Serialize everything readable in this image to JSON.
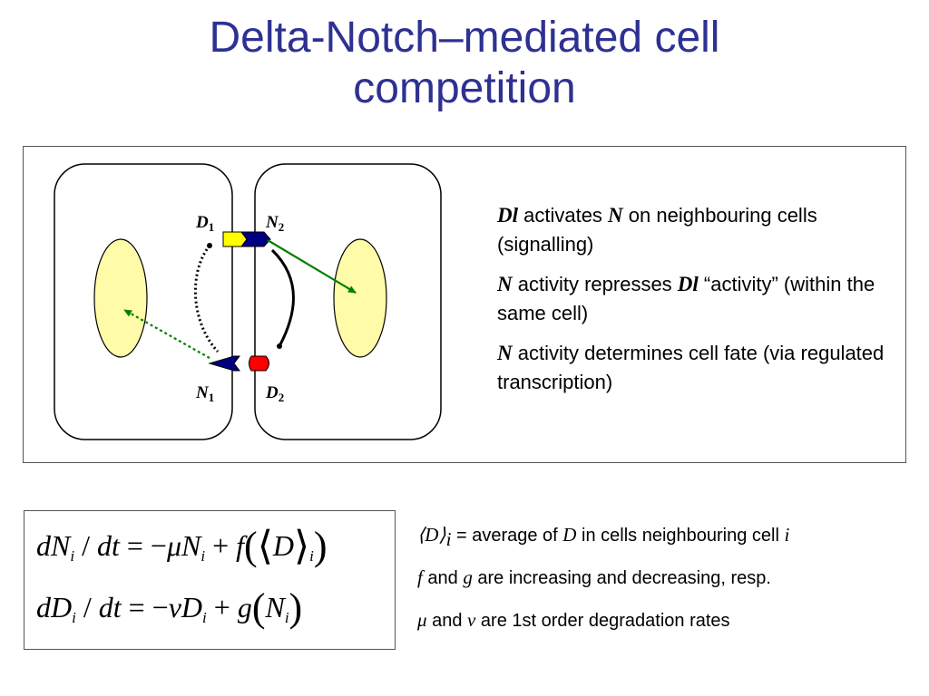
{
  "slide": {
    "title_line1": "Delta-Notch–mediated cell",
    "title_line2": "competition"
  },
  "diagram": {
    "labels": {
      "d1_main": "D",
      "d1_sub": "1",
      "n2_main": "N",
      "n2_sub": "2",
      "n1_main": "N",
      "n1_sub": "1",
      "d2_main": "D",
      "d2_sub": "2"
    },
    "colors": {
      "cell_outline": "#000000",
      "nucleus_fill": "#fffba8",
      "delta_yellow": "#ffff00",
      "delta_red": "#ff0000",
      "notch_blue": "#000080",
      "signal_arrow": "#008000"
    }
  },
  "description": {
    "p1_var1": "Dl",
    "p1_t1": " activates ",
    "p1_var2": "N",
    "p1_t2": " on neighbouring cells (signalling)",
    "p2_var1": "N",
    "p2_t1": " activity represses ",
    "p2_var2": "Dl",
    "p2_t2": " “activity” (within the same cell)",
    "p3_var1": "N",
    "p3_t1": " activity determines cell fate (via regulated transcription)"
  },
  "equations": {
    "eq1": {
      "lhs_d": "dN",
      "lhs_sub": "i",
      "slash": " / ",
      "dt": "dt",
      "eq": " = −",
      "mu": "μ",
      "n": "N",
      "n_sub": "i",
      "plus": " + ",
      "f": "f",
      "lparen": "(",
      "langle": "⟨",
      "D": "D",
      "rangle": "⟩",
      "angle_sub": "i",
      "rparen": ")"
    },
    "eq2": {
      "lhs_d": "dD",
      "lhs_sub": "i",
      "slash": " / ",
      "dt": "dt",
      "eq": " = −",
      "nu": "ν",
      "d": "D",
      "d_sub": "i",
      "plus": " + ",
      "g": "g",
      "lparen": "(",
      "N": "N",
      "n_sub": "i",
      "rparen": ")"
    }
  },
  "legend": {
    "l1_sym": "⟨D⟩",
    "l1_sub": "i",
    "l1_t1": " = average of ",
    "l1_d": "D",
    "l1_t2": " in cells neighbouring cell ",
    "l1_i": "i",
    "l2_f": "f",
    "l2_t1": " and ",
    "l2_g": "g",
    "l2_t2": " are increasing and decreasing, resp.",
    "l3_mu": "μ",
    "l3_t1": " and ",
    "l3_nu": "ν",
    "l3_t2": " are 1st order degradation rates"
  }
}
